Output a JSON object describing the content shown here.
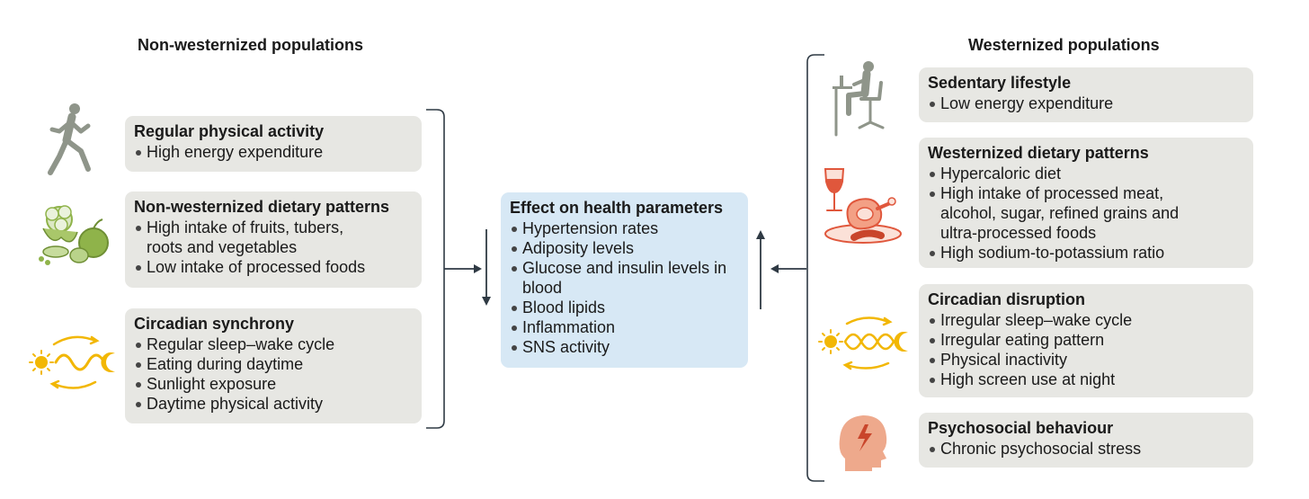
{
  "left": {
    "heading": "Non-westernized populations",
    "boxes": [
      {
        "title": "Regular physical activity",
        "items": [
          "High energy expenditure"
        ]
      },
      {
        "title": "Non-westernized dietary patterns",
        "items": [
          "High intake of fruits, tubers, roots and vegetables",
          "Low intake of processed foods"
        ]
      },
      {
        "title": "Circadian synchrony",
        "items": [
          "Regular sleep–wake cycle",
          "Eating during daytime",
          "Sunlight exposure",
          "Daytime physical activity"
        ]
      }
    ]
  },
  "center": {
    "title": "Effect on health parameters",
    "items": [
      "Hypertension rates",
      "Adiposity levels",
      "Glucose and insulin levels in blood",
      "Blood lipids",
      "Inflammation",
      "SNS activity"
    ]
  },
  "right": {
    "heading": "Westernized populations",
    "boxes": [
      {
        "title": "Sedentary lifestyle",
        "items": [
          "Low energy expenditure"
        ]
      },
      {
        "title": "Westernized dietary patterns",
        "items": [
          "Hypercaloric diet",
          "High intake of processed meat, alcohol, sugar, refined grains and ultra-processed foods",
          "High sodium-to-potassium ratio"
        ]
      },
      {
        "title": "Circadian disruption",
        "items": [
          "Irregular sleep–wake cycle",
          "Irregular eating pattern",
          "Physical inactivity",
          "High screen use at night"
        ]
      },
      {
        "title": "Psychosocial behaviour",
        "items": [
          "Chronic psychosocial stress"
        ]
      }
    ]
  },
  "colors": {
    "left_box": "#e7e7e3",
    "center_box": "#d7e8f5",
    "bracket": "#2f3a44",
    "runner": "#8f958a",
    "produce": "#8fb34a",
    "circadian": "#f2b705",
    "diet_red": "#e0573c",
    "head": "#eea98c"
  },
  "icons": [
    "runner-icon",
    "produce-icon",
    "circadian-sync-icon",
    "desk-worker-icon",
    "wine-meat-icon",
    "circadian-disrupt-icon",
    "stressed-head-icon"
  ]
}
